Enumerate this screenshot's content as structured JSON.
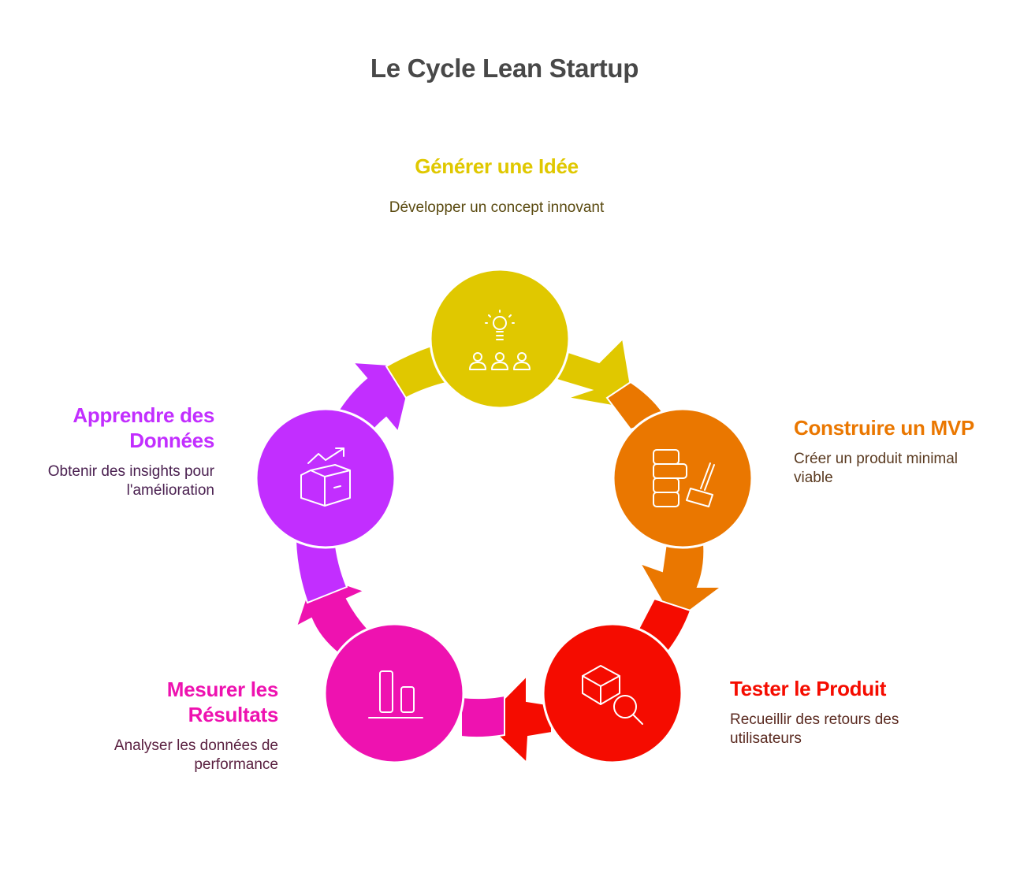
{
  "title": "Le Cycle Lean Startup",
  "steps": [
    {
      "title": "Générer une Idée",
      "description": "Développer un concept innovant",
      "color": "#E0C800",
      "text_color": "#5a4a10",
      "icon": "lightbulb-people-icon"
    },
    {
      "title": "Construire un MVP",
      "description": "Créer un produit minimal viable",
      "color": "#EA7700",
      "text_color": "#5a3a20",
      "icon": "blocks-hammer-icon"
    },
    {
      "title": "Tester le Produit",
      "description": "Recueillir des retours des utilisateurs",
      "color": "#F50C00",
      "text_color": "#5a2a20",
      "icon": "box-magnifier-icon"
    },
    {
      "title": "Mesurer les Résultats",
      "description": "Analyser les données de performance",
      "color": "#EE12B0",
      "text_color": "#5a2040",
      "icon": "bar-chart-icon"
    },
    {
      "title": "Apprendre des Données",
      "description": "Obtenir des insights pour l'amélioration",
      "color": "#C22EFF",
      "text_color": "#4a2050",
      "icon": "box-trend-up-icon"
    }
  ]
}
